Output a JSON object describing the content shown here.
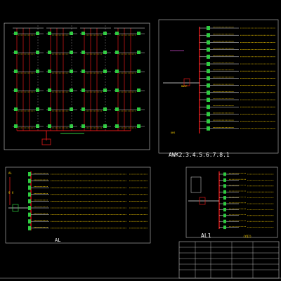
{
  "colors": {
    "background": "#000000",
    "frame": "#d8d8d8",
    "bus_red": "#e01818",
    "circuit": "#e8e8e8",
    "breaker_green": "#2ecc40",
    "label_yellow": "#ffd400",
    "title_white": "#ffffff",
    "meter_magenta": "#d24bd2",
    "feeder_blue": "#4a8cff"
  },
  "riser": {
    "title": "",
    "column_headers": [
      "",
      "",
      "",
      ""
    ]
  },
  "awk": {
    "title": "AWK2.3.4.5.6.7.8.1",
    "subtitle": "",
    "tag": "MWSP",
    "ground_tag": "AW1"
  },
  "al_left": {
    "title": "AL",
    "label_top": "AL",
    "voltage": "9 V"
  },
  "al_right": {
    "title": "AL1",
    "tag": "(YQ2)"
  }
}
